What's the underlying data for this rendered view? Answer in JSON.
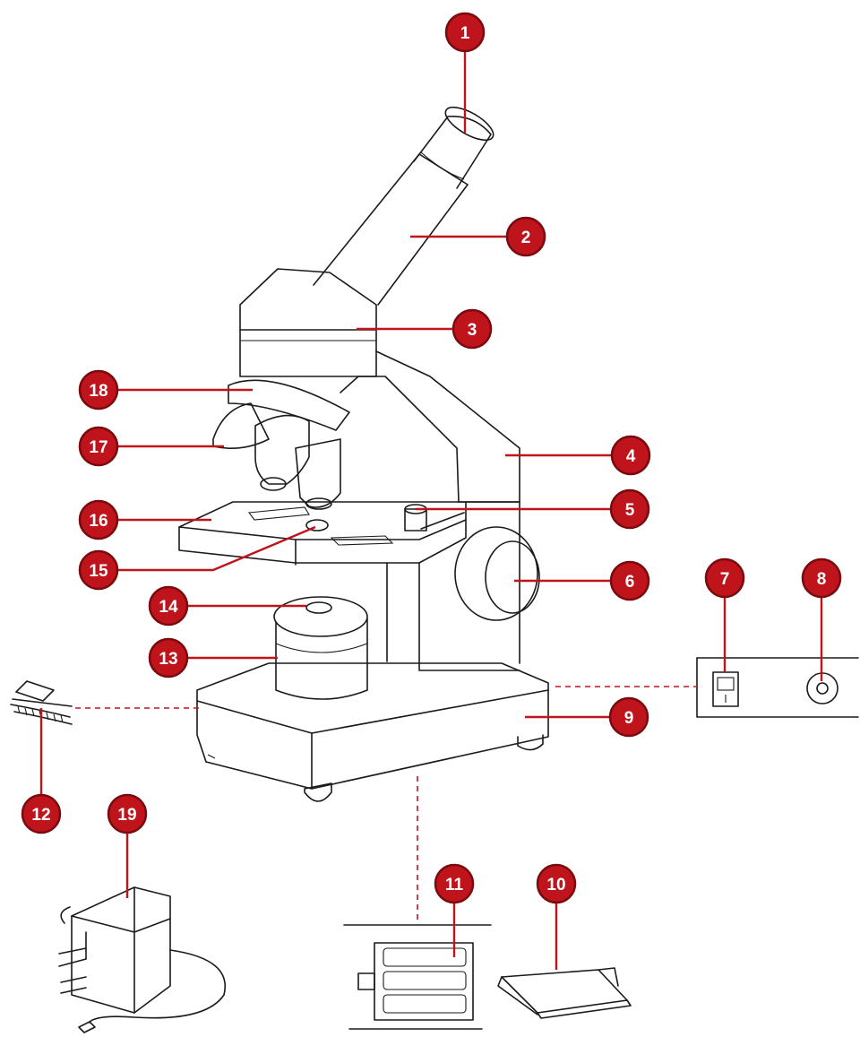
{
  "colors": {
    "callout": "#c0141c",
    "callout_ring": "#7a0a0e",
    "line": "#1a1a1a"
  },
  "callouts": [
    {
      "number": "1"
    },
    {
      "number": "2"
    },
    {
      "number": "3"
    },
    {
      "number": "4"
    },
    {
      "number": "5"
    },
    {
      "number": "6"
    },
    {
      "number": "7"
    },
    {
      "number": "8"
    },
    {
      "number": "9"
    },
    {
      "number": "10"
    },
    {
      "number": "11"
    },
    {
      "number": "12"
    },
    {
      "number": "13"
    },
    {
      "number": "14"
    },
    {
      "number": "15"
    },
    {
      "number": "16"
    },
    {
      "number": "17"
    },
    {
      "number": "18"
    },
    {
      "number": "19"
    }
  ],
  "icons": [
    "microscope-drawing",
    "switch-panel-icon",
    "focus-wheel-icon",
    "power-adapter-icon",
    "battery-pack-icon",
    "battery-cover-icon"
  ]
}
